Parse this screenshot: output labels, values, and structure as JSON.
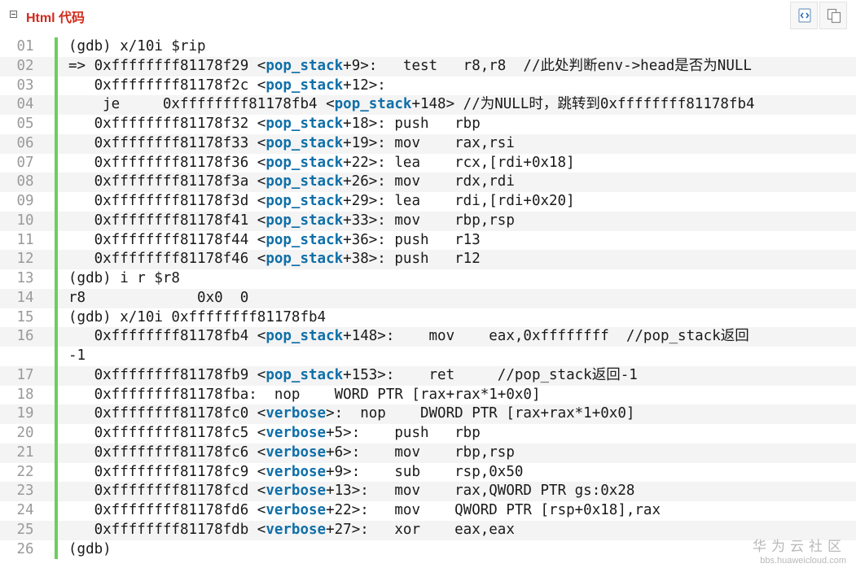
{
  "header": {
    "title": "Html 代码",
    "view_icon": "view-source-icon",
    "copy_icon": "copy-icon"
  },
  "code": {
    "lines": [
      {
        "n": "01",
        "p": [
          [
            "(gdb) x/10i $rip",
            ""
          ]
        ]
      },
      {
        "n": "02",
        "p": [
          [
            "=> 0xffffffff81178f29 <",
            ""
          ],
          [
            "pop_stack",
            "fn"
          ],
          [
            "+9>:   test   r8,r8  //此处判断env->head是否为NULL",
            ""
          ]
        ]
      },
      {
        "n": "03",
        "p": [
          [
            "   0xffffffff81178f2c <",
            ""
          ],
          [
            "pop_stack",
            "fn"
          ],
          [
            "+12>:",
            ""
          ]
        ]
      },
      {
        "n": "04",
        "p": [
          [
            "    je     0xffffffff81178fb4 <",
            ""
          ],
          [
            "pop_stack",
            "fn"
          ],
          [
            "+148> //为NULL时，跳转到0xffffffff81178fb4",
            ""
          ]
        ]
      },
      {
        "n": "05",
        "p": [
          [
            "   0xffffffff81178f32 <",
            ""
          ],
          [
            "pop_stack",
            "fn"
          ],
          [
            "+18>: push   rbp",
            ""
          ]
        ]
      },
      {
        "n": "06",
        "p": [
          [
            "   0xffffffff81178f33 <",
            ""
          ],
          [
            "pop_stack",
            "fn"
          ],
          [
            "+19>: mov    rax,rsi",
            ""
          ]
        ]
      },
      {
        "n": "07",
        "p": [
          [
            "   0xffffffff81178f36 <",
            ""
          ],
          [
            "pop_stack",
            "fn"
          ],
          [
            "+22>: lea    rcx,[rdi+0x18]",
            ""
          ]
        ]
      },
      {
        "n": "08",
        "p": [
          [
            "   0xffffffff81178f3a <",
            ""
          ],
          [
            "pop_stack",
            "fn"
          ],
          [
            "+26>: mov    rdx,rdi",
            ""
          ]
        ]
      },
      {
        "n": "09",
        "p": [
          [
            "   0xffffffff81178f3d <",
            ""
          ],
          [
            "pop_stack",
            "fn"
          ],
          [
            "+29>: lea    rdi,[rdi+0x20]",
            ""
          ]
        ]
      },
      {
        "n": "10",
        "p": [
          [
            "   0xffffffff81178f41 <",
            ""
          ],
          [
            "pop_stack",
            "fn"
          ],
          [
            "+33>: mov    rbp,rsp",
            ""
          ]
        ]
      },
      {
        "n": "11",
        "p": [
          [
            "   0xffffffff81178f44 <",
            ""
          ],
          [
            "pop_stack",
            "fn"
          ],
          [
            "+36>: push   r13",
            ""
          ]
        ]
      },
      {
        "n": "12",
        "p": [
          [
            "   0xffffffff81178f46 <",
            ""
          ],
          [
            "pop_stack",
            "fn"
          ],
          [
            "+38>: push   r12",
            ""
          ]
        ]
      },
      {
        "n": "13",
        "p": [
          [
            "(gdb) i r $r8",
            ""
          ]
        ]
      },
      {
        "n": "14",
        "p": [
          [
            "r8             0x0  0",
            ""
          ]
        ]
      },
      {
        "n": "15",
        "p": [
          [
            "(gdb) x/10i 0xffffffff81178fb4",
            ""
          ]
        ]
      },
      {
        "n": "16",
        "p": [
          [
            "   0xffffffff81178fb4 <",
            ""
          ],
          [
            "pop_stack",
            "fn"
          ],
          [
            "+148>:    mov    eax,0xffffffff  //pop_stack返回",
            ""
          ]
        ]
      },
      {
        "n": "",
        "p": [
          [
            "-1",
            ""
          ]
        ]
      },
      {
        "n": "17",
        "p": [
          [
            "   0xffffffff81178fb9 <",
            ""
          ],
          [
            "pop_stack",
            "fn"
          ],
          [
            "+153>:    ret     //pop_stack返回-1",
            ""
          ]
        ]
      },
      {
        "n": "18",
        "p": [
          [
            "   0xffffffff81178fba:  nop    WORD PTR [rax+rax*1+0x0]",
            ""
          ]
        ]
      },
      {
        "n": "19",
        "p": [
          [
            "   0xffffffff81178fc0 <",
            ""
          ],
          [
            "verbose",
            "fn"
          ],
          [
            ">:  nop    DWORD PTR [rax+rax*1+0x0]",
            ""
          ]
        ]
      },
      {
        "n": "20",
        "p": [
          [
            "   0xffffffff81178fc5 <",
            ""
          ],
          [
            "verbose",
            "fn"
          ],
          [
            "+5>:    push   rbp",
            ""
          ]
        ]
      },
      {
        "n": "21",
        "p": [
          [
            "   0xffffffff81178fc6 <",
            ""
          ],
          [
            "verbose",
            "fn"
          ],
          [
            "+6>:    mov    rbp,rsp",
            ""
          ]
        ]
      },
      {
        "n": "22",
        "p": [
          [
            "   0xffffffff81178fc9 <",
            ""
          ],
          [
            "verbose",
            "fn"
          ],
          [
            "+9>:    sub    rsp,0x50",
            ""
          ]
        ]
      },
      {
        "n": "23",
        "p": [
          [
            "   0xffffffff81178fcd <",
            ""
          ],
          [
            "verbose",
            "fn"
          ],
          [
            "+13>:   mov    rax,QWORD PTR gs:0x28",
            ""
          ]
        ]
      },
      {
        "n": "24",
        "p": [
          [
            "   0xffffffff81178fd6 <",
            ""
          ],
          [
            "verbose",
            "fn"
          ],
          [
            "+22>:   mov    QWORD PTR [rsp+0x18],rax",
            ""
          ]
        ]
      },
      {
        "n": "25",
        "p": [
          [
            "   0xffffffff81178fdb <",
            ""
          ],
          [
            "verbose",
            "fn"
          ],
          [
            "+27>:   xor    eax,eax",
            ""
          ]
        ]
      },
      {
        "n": "26",
        "p": [
          [
            "(gdb)",
            ""
          ]
        ]
      }
    ]
  },
  "watermark": {
    "name": "华为云社区",
    "url": "bbs.huaweicloud.com"
  }
}
